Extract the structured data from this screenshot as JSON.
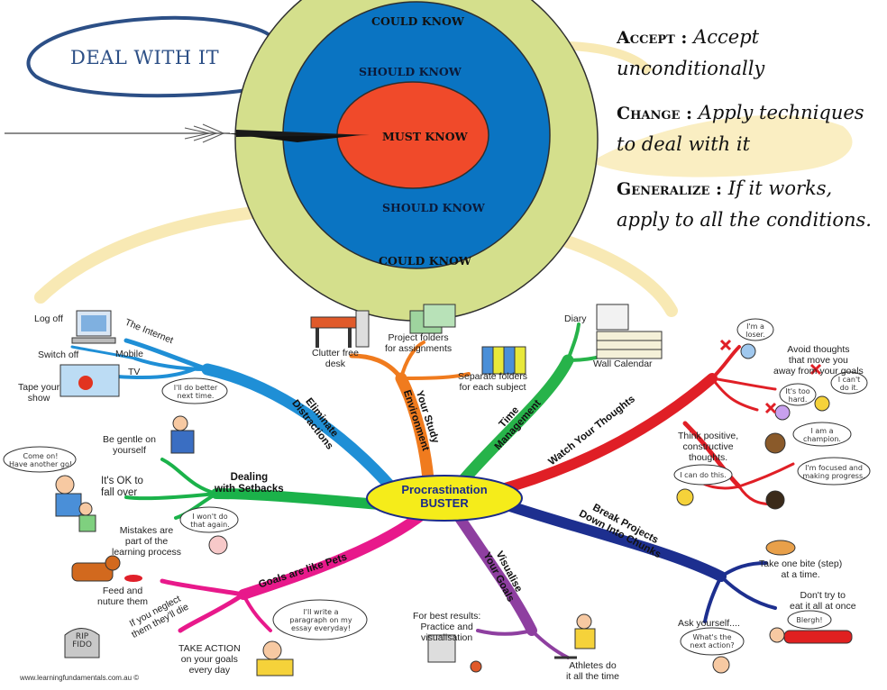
{
  "top": {
    "deal_title": "DEAL WITH IT",
    "rings": {
      "outer_top": "COULD  KNOW",
      "middle_top": "SHOULD KNOW",
      "center": "MUST KNOW",
      "middle_bottom": "SHOULD KNOW",
      "outer_bottom": "COULD  KNOW"
    },
    "colors": {
      "outer": "#d4df8c",
      "middle": "#0a74c2",
      "center": "#f04a2a",
      "swoosh": "#f8e9b4",
      "deal": "#2c4f86"
    },
    "definitions": [
      {
        "term": "Accept :",
        "line1": "Accept",
        "line2": "unconditionally"
      },
      {
        "term": "Change :",
        "line1": "Apply techniques",
        "line2": "to deal with it"
      },
      {
        "term": "Generalize :",
        "line1": "If it works,",
        "line2": "apply  to all  the conditions."
      }
    ]
  },
  "mindmap": {
    "hub": {
      "line1": "Procrastination",
      "line2": "BUSTER",
      "color": "#f5ec1a"
    },
    "branches": {
      "eliminate": {
        "line1": "Eliminate",
        "line2": "Distractions",
        "color": "#1f8fd6"
      },
      "study_env": {
        "line1": "Your Study",
        "line2": "Environment",
        "color": "#f07b1e"
      },
      "time": {
        "line1": "Time",
        "line2": "Management",
        "color": "#27b34a"
      },
      "thoughts": {
        "line1": "Watch Your Thoughts",
        "color": "#e01f26"
      },
      "setbacks": {
        "line1": "Dealing",
        "line2": "with Setbacks",
        "color": "#1bb24a"
      },
      "chunks": {
        "line1": "Break Projects",
        "line2": "Down Into Chunks",
        "color": "#1d2f8f"
      },
      "pets": {
        "line1": "Goals are like Pets",
        "color": "#e8198b"
      },
      "visualise": {
        "line1": "Visualise",
        "line2": "Your Goals",
        "color": "#8e3fa0"
      }
    },
    "labels": {
      "log_off": "Log off",
      "internet": "The Internet",
      "mobile": "Mobile",
      "switch_off": "Switch off",
      "tv": "TV",
      "tape_show_1": "Tape your",
      "tape_show_2": "show",
      "clutter_1": "Clutter free",
      "clutter_2": "desk",
      "project_folders_1": "Project folders",
      "project_folders_2": "for assignments",
      "separate_folders_1": "Separate folders",
      "separate_folders_2": "for each subject",
      "diary": "Diary",
      "wall_calendar": "Wall Calendar",
      "avoid_1": "Avoid thoughts",
      "avoid_2": "that move you",
      "avoid_3": "away from your goals",
      "think_1": "Think positive,",
      "think_2": "constructive",
      "think_3": "thoughts.",
      "gentle_1": "Be gentle on",
      "gentle_2": "yourself",
      "ok_fall_1": "It's OK to",
      "ok_fall_2": "fall over",
      "mistakes_1": "Mistakes are",
      "mistakes_2": "part of the",
      "mistakes_3": "learning process",
      "feed_1": "Feed and",
      "feed_2": "nuture them",
      "neglect_1": "If you neglect",
      "neglect_2": "them they'll die",
      "take_action_1": "TAKE ACTION",
      "take_action_2": "on your goals",
      "take_action_3": "every day",
      "best_results_1": "For best results:",
      "best_results_2": "Practice and",
      "best_results_3": "visualisation",
      "athletes_1": "Athletes do",
      "athletes_2": "it all the time",
      "one_bite_1": "Take one bite (step)",
      "one_bite_2": "at a time.",
      "dont_try_1": "Don't try to",
      "dont_try_2": "eat it all at once",
      "ask_yourself": "Ask yourself....",
      "credit": "www.learningfundamentals.com.au ©"
    },
    "bubbles": {
      "do_better_1": "I'll do better",
      "do_better_2": "next time.",
      "come_on_1": "Come on!",
      "come_on_2": "Have another go!",
      "wont_do_1": "I won't do",
      "wont_do_2": "that again.",
      "paragraph_1": "I'll write a",
      "paragraph_2": "paragraph on my",
      "paragraph_3": "essay everyday!",
      "loser_1": "I'm a",
      "loser_2": "loser.",
      "cant_1": "I can't",
      "cant_2": "do it.",
      "too_hard_1": "It's too",
      "too_hard_2": "hard.",
      "champion_1": "I am a",
      "champion_2": "champion.",
      "can_do": "I can do this.",
      "focused_1": "I'm focused and",
      "focused_2": "making progress.",
      "blergh": "Blergh!",
      "next_action_1": "What's the",
      "next_action_2": "next action?",
      "rip_1": "RIP",
      "rip_2": "FIDO"
    }
  }
}
